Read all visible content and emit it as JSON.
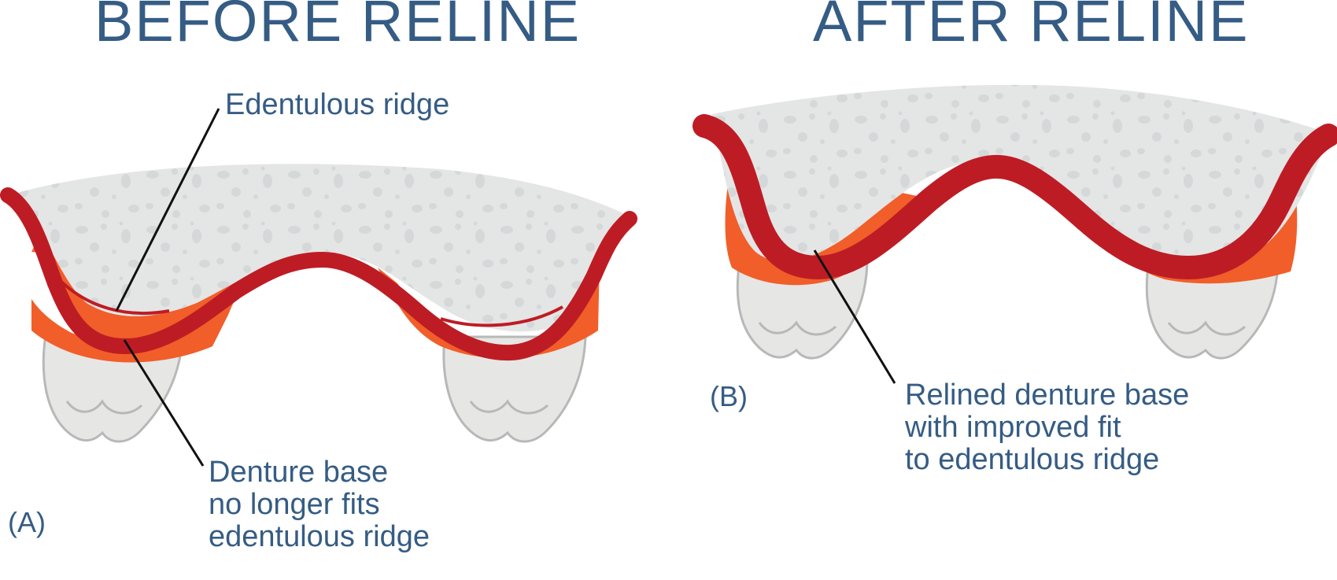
{
  "titles": {
    "before": "BEFORE RELINE",
    "after": "AFTER RELINE"
  },
  "panel_a": {
    "tag": "(A)",
    "ridge_label": "Edentulous ridge",
    "base_label_lines": [
      "Denture base",
      "no longer fits",
      "edentulous ridge"
    ]
  },
  "panel_b": {
    "tag": "(B)",
    "base_label_lines": [
      "Relined denture base",
      "with improved fit",
      "to edentulous ridge"
    ]
  },
  "colors": {
    "text": "#355c84",
    "ridge_bone": "#e4e5e5",
    "bone_spots": "#d3d7d8",
    "denture_base": "#be1c24",
    "gum": "#f15e2a",
    "tooth": "#e6e6e5",
    "tooth_outline": "#b7b8b8",
    "leader_line": "#111111"
  },
  "icons": [
    "bone-ridge-illustration",
    "denture-base-illustration",
    "tooth-illustration"
  ]
}
